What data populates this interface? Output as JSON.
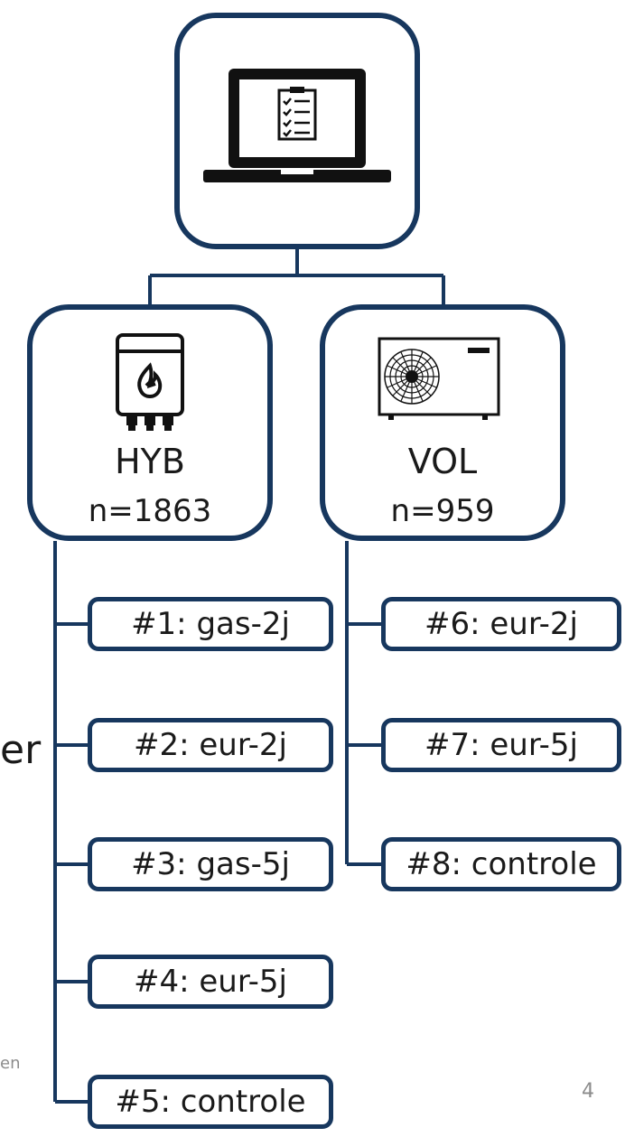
{
  "root": {
    "icon": "laptop-checklist-icon"
  },
  "categories": [
    {
      "name": "HYB",
      "n": "n=1863",
      "icon": "gas-boiler-icon"
    },
    {
      "name": "VOL",
      "n": "n=959",
      "icon": "heat-pump-unit-icon"
    }
  ],
  "hyb_groups": [
    "#1: gas-2j",
    "#2: eur-2j",
    "#3: gas-5j",
    "#4: eur-5j",
    "#5: controle"
  ],
  "vol_groups": [
    "#6: eur-2j",
    "#7: eur-5j",
    "#8: controle"
  ],
  "edge_text": "er",
  "footer_fragment": "en",
  "page_number": "4",
  "colors": {
    "stroke": "#17375e",
    "text": "#1a1a1a",
    "muted": "#8c8c8c"
  }
}
